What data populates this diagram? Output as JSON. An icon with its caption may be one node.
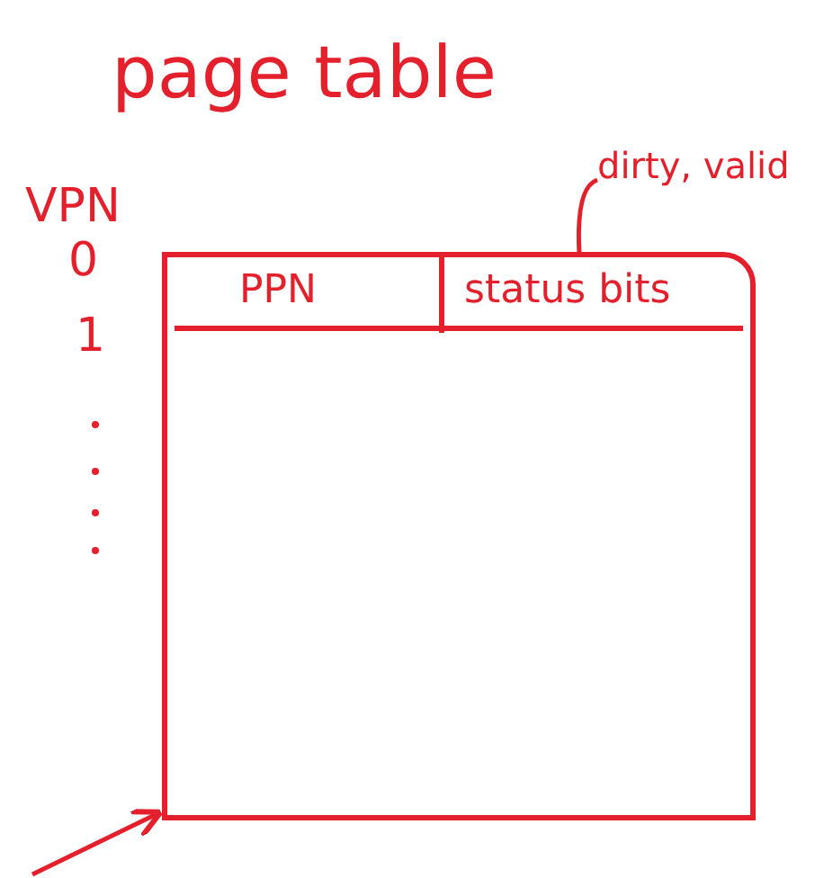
{
  "diagram": {
    "title": "page table",
    "nodes": [
      {
        "text": [
          "PPN",
          "status bits"
        ]
      },
      {
        "text": [
          "dirty, valid"
        ]
      }
    ],
    "edges": [
      {
        "from": 1,
        "to": 0,
        "arrow": "none"
      },
      {
        "from": null,
        "to": 0,
        "arrow": "to"
      }
    ],
    "labels": [
      "VPN",
      "0",
      "1"
    ]
  }
}
